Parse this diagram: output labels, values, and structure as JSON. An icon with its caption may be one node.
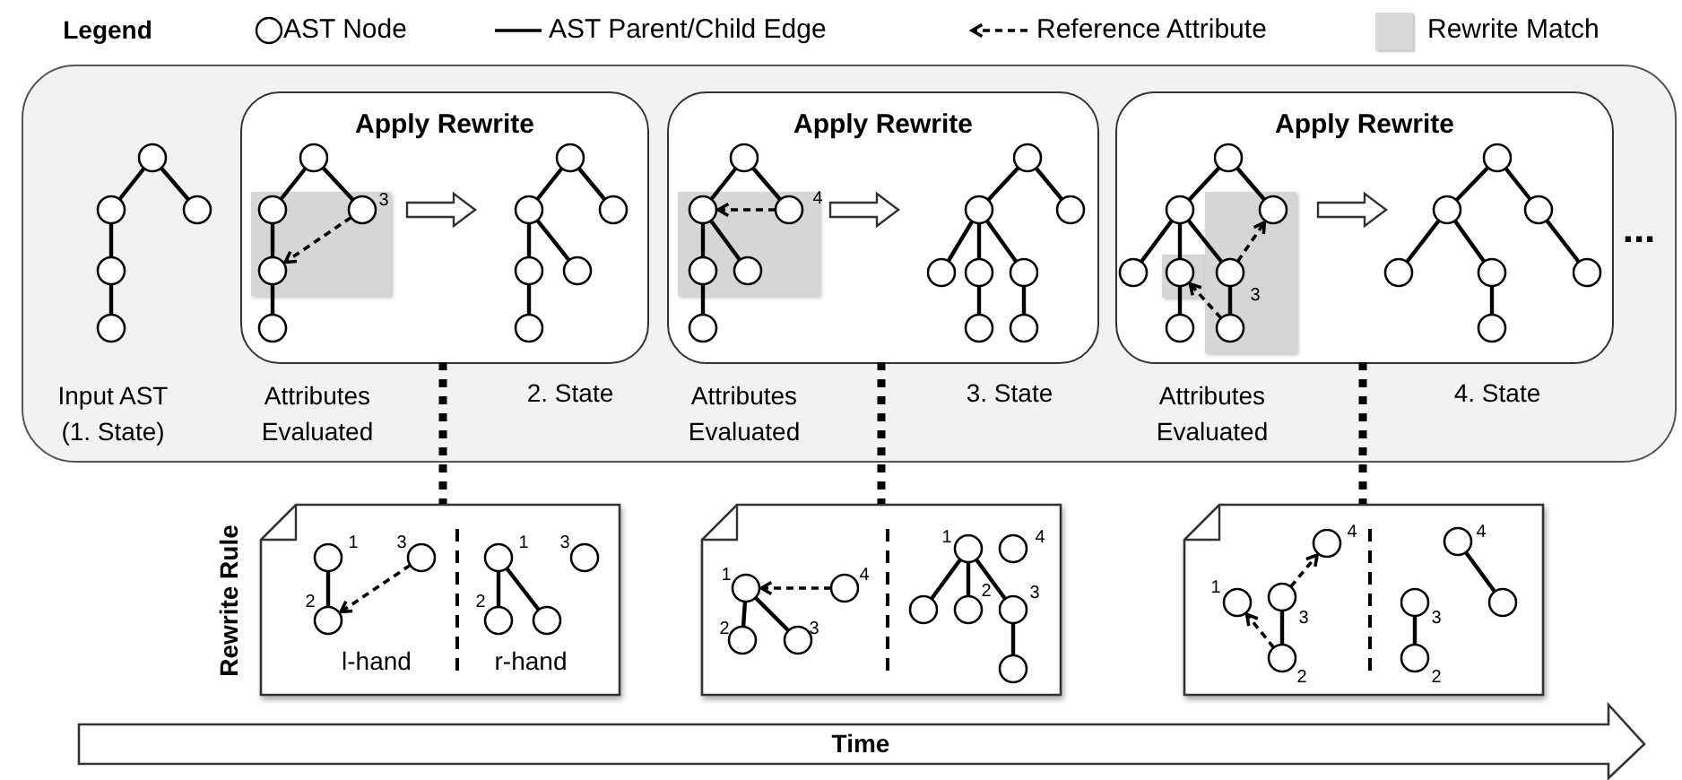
{
  "diagram": {
    "nodes": [
      {
        "text": [],
        "shape": "box"
      },
      {
        "text": [
          "Apply Rewrite"
        ],
        "in": 0,
        "beside": [
          "Attributes Evaluated",
          "2. State"
        ]
      },
      {
        "text": [
          "Apply Rewrite"
        ],
        "in": 0,
        "beside": [
          "Attributes Evaluated",
          "3. State"
        ]
      },
      {
        "text": [
          "Apply Rewrite"
        ],
        "in": 0,
        "beside": [
          "Attributes Evaluated",
          "4. State"
        ]
      },
      {
        "text": [],
        "shape": "box"
      },
      {
        "text": [],
        "shape": "box"
      },
      {
        "text": [],
        "shape": "box"
      }
    ],
    "edges": [
      {
        "from": 1,
        "to": 4,
        "arrow": "none",
        "style": "dashed"
      },
      {
        "from": 2,
        "to": 5,
        "arrow": "none",
        "style": "dashed"
      },
      {
        "from": 3,
        "to": 6,
        "arrow": "none",
        "style": "dashed"
      }
    ],
    "labels": [
      "Legend",
      "3",
      "4",
      "...",
      "3",
      "Input AST (1. State)",
      "Rewrite Rule",
      "1",
      "3",
      "1",
      "3",
      "2",
      "2",
      "l-hand",
      "r-hand",
      "1",
      "4",
      "1",
      "4",
      "2",
      "3",
      "2",
      "3",
      "4",
      "4",
      "1",
      "3",
      "3",
      "2",
      "2",
      "Time"
    ],
    "legend": [
      {
        "text": "AST Node"
      },
      {
        "text": "AST Parent/Child Edge"
      },
      {
        "text": "Reference Attribute"
      },
      {
        "text": "Rewrite Match",
        "color": "#d9d9d9"
      }
    ]
  }
}
